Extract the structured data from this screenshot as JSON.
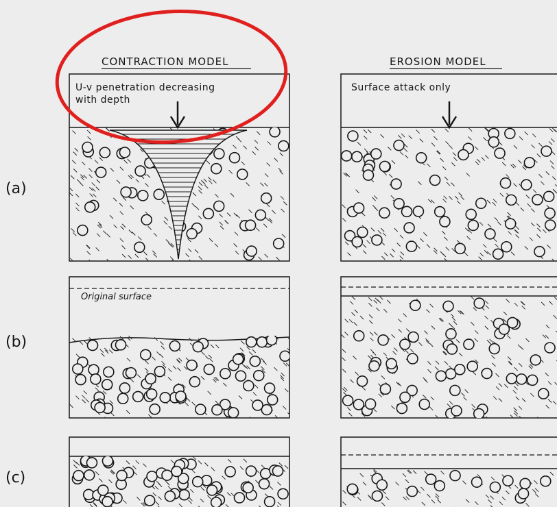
{
  "columns": {
    "contraction": {
      "title": "CONTRACTION MODEL",
      "note_line1": "U-v penetration decreasing",
      "note_line2": "with depth"
    },
    "erosion": {
      "title": "EROSION MODEL",
      "note": "Surface attack only"
    }
  },
  "rows": {
    "a": "(a)",
    "b": "(b)",
    "c": "(c)"
  },
  "annotations": {
    "original_surface": "Original surface",
    "highlight_color": "#e0201e"
  }
}
